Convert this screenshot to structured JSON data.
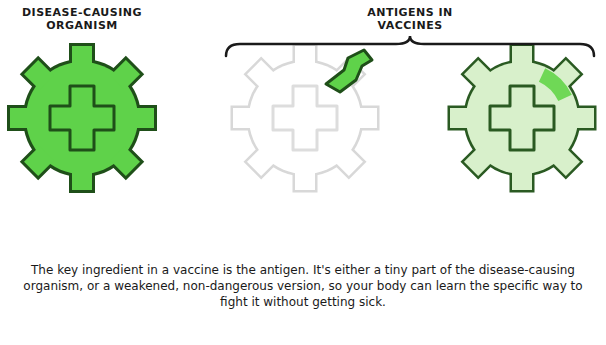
{
  "diagram": {
    "caption": "The key ingredient in a vaccine is the antigen. It's either a tiny part of the disease-causing organism, or a weakened, non-dangerous version, so your body can learn the specific way to fight it without getting sick.",
    "labels": [
      "DISEASE-CAUSING ORGANISM",
      "ANTIGENS IN VACCINES"
    ]
  }
}
